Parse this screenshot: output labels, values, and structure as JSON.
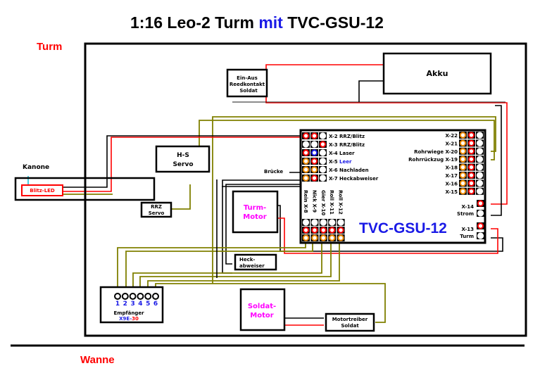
{
  "title": {
    "prefix": "1:16 Leo-2 Turm ",
    "accent": "mit",
    "suffix": " TVC-GSU-12"
  },
  "sections": {
    "top": "Turm",
    "bottom": "Wanne"
  },
  "components": {
    "akku": "Akku",
    "ein_aus": [
      "Ein-Aus",
      "Reedkontakt",
      "Soldat"
    ],
    "hs_servo": [
      "H-S",
      "Servo"
    ],
    "kanone": "Kanone",
    "blitz_led": "Blitz-LED",
    "rrz_servo": [
      "RRZ",
      "Servo"
    ],
    "turm_motor": [
      "Turm-",
      "Motor"
    ],
    "heck_abweiser": [
      "Heck-",
      "abweiser"
    ],
    "soldat_motor": [
      "Soldat-",
      "Motor"
    ],
    "motortreiber": [
      "Motortreiber",
      "Soldat"
    ],
    "bruecke": "Brücke",
    "empfaenger": {
      "channels": [
        "1",
        "2",
        "3",
        "4",
        "5",
        "6"
      ],
      "label": "Empfänger",
      "model_prefix": "X9E-",
      "model_suffix": "30"
    }
  },
  "board": {
    "name": "TVC-GSU-12",
    "left_ports": [
      {
        "id": "X-2",
        "label": "RRZ/Blitz",
        "label_color": "black"
      },
      {
        "id": "X-3",
        "label": "RRZ/Blitz",
        "label_color": "black"
      },
      {
        "id": "X-4",
        "label": "Laser",
        "label_color": "black"
      },
      {
        "id": "X-5",
        "label": "Leer",
        "label_color": "blue"
      },
      {
        "id": "X-6",
        "label": "Nachladen",
        "label_color": "black"
      },
      {
        "id": "X-7",
        "label": "Heckabweiser",
        "label_color": "black"
      }
    ],
    "right_ports": [
      {
        "id": "X-22",
        "label": ""
      },
      {
        "id": "X-21",
        "label": ""
      },
      {
        "id": "X-20",
        "label": "Rohrwiege"
      },
      {
        "id": "X-19",
        "label": "Rohrrückzug"
      },
      {
        "id": "X-18",
        "label": ""
      },
      {
        "id": "X-17",
        "label": ""
      },
      {
        "id": "X-16",
        "label": ""
      },
      {
        "id": "X-15",
        "label": ""
      }
    ],
    "bottom_ports": [
      "Rein X-8",
      "Nick X-9",
      "Gier X-10",
      "Roll X-11",
      "Roll X-12"
    ],
    "power_ports": [
      {
        "id": "X-14",
        "label": "Strom"
      },
      {
        "id": "X-13",
        "label": "Turm"
      }
    ]
  },
  "colors": {
    "wire_signal": "#808000",
    "wire_plus": "#ff0000",
    "wire_minus": "#000000",
    "pin_orange": "#f08c00",
    "accent_blue": "#1a1ae6",
    "motor_label": "#ff00ff"
  }
}
